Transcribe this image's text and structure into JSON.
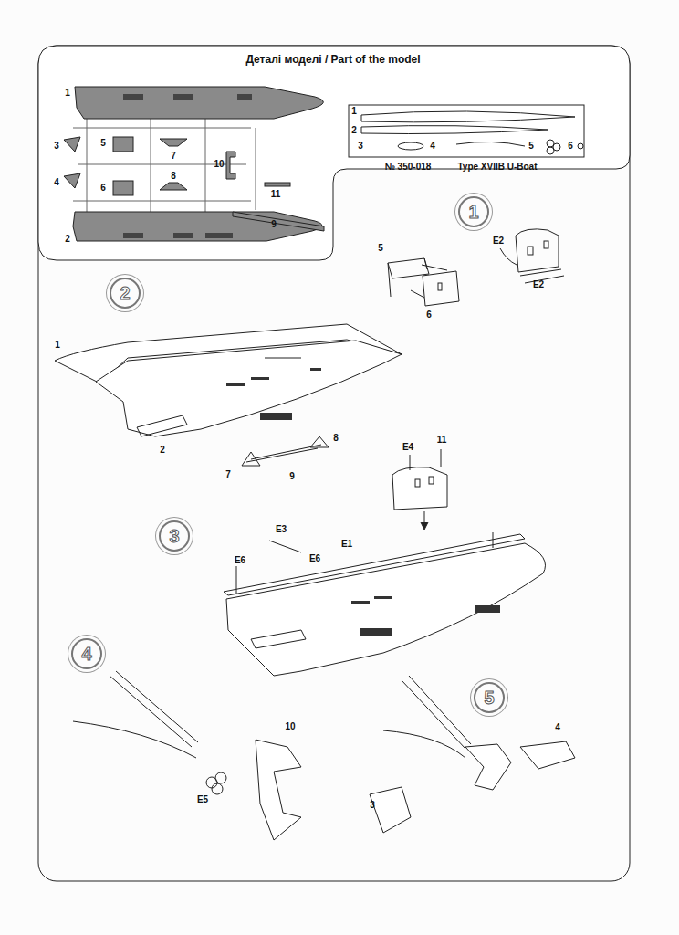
{
  "diagram": {
    "title": "Деталі моделі / Part of the model",
    "nodes": [
      {
        "text": [
          "1"
        ]
      },
      {
        "text": [
          "2"
        ]
      },
      {
        "text": [
          "3"
        ]
      },
      {
        "text": [
          "4"
        ]
      },
      {
        "text": [
          "5"
        ]
      }
    ],
    "labels": [
      "1",
      "2",
      "3",
      "4",
      "5",
      "6",
      "7",
      "8",
      "10",
      "11",
      "9",
      "1",
      "2",
      "3",
      "4",
      "5",
      "6",
      "№ 350-018",
      "Type XVIIB U-Boat",
      "5",
      "6",
      "E2",
      "E2",
      "1",
      "2",
      "8",
      "7",
      "9",
      "E4",
      "11",
      "E3",
      "E1",
      "E6",
      "E6",
      "10",
      "E5",
      "4",
      "3"
    ]
  }
}
